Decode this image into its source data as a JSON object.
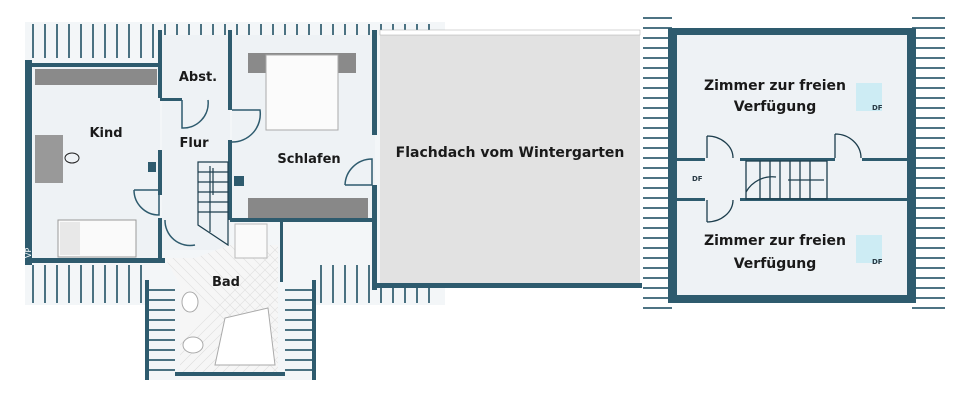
{
  "floorplan": {
    "rooms": {
      "kind": "Kind",
      "abstellraum": "Abst.",
      "flur": "Flur",
      "schlafen": "Schlafen",
      "bad": "Bad",
      "flachdach": "Flachdach vom Wintergarten",
      "zimmer_oben": [
        "Zimmer zur freien",
        "Verfügung"
      ],
      "zimmer_unten": [
        "Zimmer zur freien",
        "Verfügung"
      ]
    },
    "window_labels": [
      "DF",
      "DF",
      "DF"
    ],
    "logo_text": "VP",
    "colors": {
      "wall": "#2e5b6e",
      "floor": "#eef2f5",
      "flat_roof": "#e2e2e2",
      "furniture": "#8a8a8a",
      "skylight": "#bfe9f3"
    }
  }
}
